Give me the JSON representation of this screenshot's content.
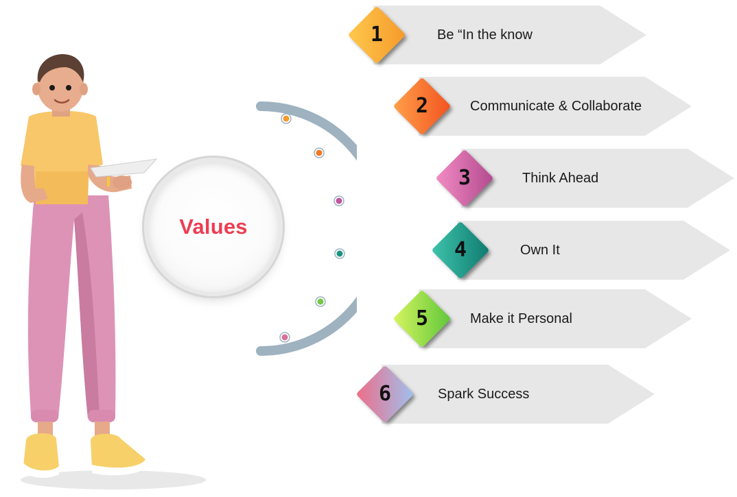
{
  "center": {
    "label": "Values",
    "label_color": "#ee3d52"
  },
  "items": [
    {
      "number": "1",
      "label": "Be “In the know",
      "colors": [
        "#ffc94d",
        "#f59a2b"
      ],
      "dot_color": "#f59a2b"
    },
    {
      "number": "2",
      "label": "Communicate & Collaborate",
      "colors": [
        "#ffa04a",
        "#f2531f"
      ],
      "dot_color": "#f07a22"
    },
    {
      "number": "3",
      "label": "Think Ahead",
      "colors": [
        "#f28cc4",
        "#b34a8f"
      ],
      "dot_color": "#c0569f"
    },
    {
      "number": "4",
      "label": "Own It",
      "colors": [
        "#3fc3ac",
        "#0f7b70"
      ],
      "dot_color": "#19947f"
    },
    {
      "number": "5",
      "label": "Make it Personal",
      "colors": [
        "#d7f560",
        "#5fc73a"
      ],
      "dot_color": "#74c947"
    },
    {
      "number": "6",
      "label": "Spark Success",
      "colors": [
        "#ee6d87",
        "#9fc0ee"
      ],
      "dot_color": "#d8719a"
    }
  ]
}
